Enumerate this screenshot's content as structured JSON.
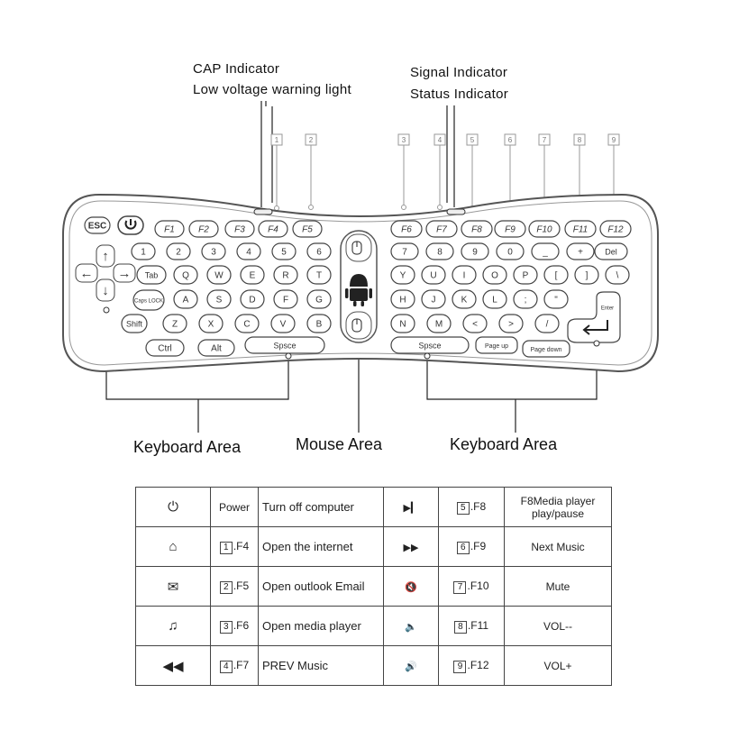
{
  "callouts": {
    "cap": "CAP Indicator",
    "low_voltage": "Low voltage warning light",
    "signal": "Signal Indicator",
    "status": "Status Indicator"
  },
  "number_markers": [
    "1",
    "2",
    "3",
    "4",
    "5",
    "6",
    "7",
    "8",
    "9"
  ],
  "areas": {
    "keyboard_left": "Keyboard Area",
    "mouse": "Mouse Area",
    "keyboard_right": "Keyboard Area"
  },
  "keys": {
    "esc": "ESC",
    "f1": "F1",
    "f2": "F2",
    "f3": "F3",
    "f4": "F4",
    "f5": "F5",
    "f6": "F6",
    "f7": "F7",
    "f8": "F8",
    "f9": "F9",
    "f10": "F10",
    "f11": "F11",
    "f12": "F12",
    "row1_left": [
      "1",
      "2",
      "3",
      "4",
      "5",
      "6"
    ],
    "row1_right": [
      "7",
      "8",
      "9",
      "0",
      "_",
      "+"
    ],
    "del": "Del",
    "row2_left": [
      "Tab",
      "Q",
      "W",
      "E",
      "R",
      "T"
    ],
    "row2_right": [
      "Y",
      "U",
      "I",
      "O",
      "P",
      "[",
      "]",
      "\\"
    ],
    "row3_left": [
      "Caps LOCK",
      "A",
      "S",
      "D",
      "F",
      "G"
    ],
    "row3_right": [
      "H",
      "J",
      "K",
      "L",
      ";",
      "\""
    ],
    "enter": "Enter",
    "row4_left": [
      "Shift",
      "Z",
      "X",
      "C",
      "V",
      "B"
    ],
    "row4_right": [
      "N",
      "M",
      "<",
      ">",
      "/"
    ],
    "ctrl": "Ctrl",
    "alt": "Alt",
    "space_left": "Spsce",
    "space_right": "Spsce",
    "page_up": "Page up",
    "page_down": "Page down"
  },
  "legend": {
    "rows": [
      {
        "icon": "power-icon",
        "icon_glyph": "⏻",
        "num": "",
        "name": "Power",
        "desc": "Turn off computer",
        "icon2": "play-pause-icon",
        "icon2_glyph": "▶▎",
        "num2": "5",
        "name2": ".F8",
        "desc2": "F8Media player play/pause"
      },
      {
        "icon": "home-icon",
        "icon_glyph": "⌂",
        "num": "1",
        "name": ".F4",
        "desc": "Open the internet",
        "icon2": "fast-forward-icon",
        "icon2_glyph": "▶▶",
        "num2": "6",
        "name2": ".F9",
        "desc2": "Next Music"
      },
      {
        "icon": "mail-icon",
        "icon_glyph": "✉",
        "num": "2",
        "name": ".F5",
        "desc": "Open outlook Email",
        "icon2": "mute-icon",
        "icon2_glyph": "🔇",
        "num2": "7",
        "name2": ".F10",
        "desc2": "Mute"
      },
      {
        "icon": "music-icon",
        "icon_glyph": "♫",
        "num": "3",
        "name": ".F6",
        "desc": "Open media player",
        "icon2": "volume-down-icon",
        "icon2_glyph": "🔈",
        "num2": "8",
        "name2": ".F11",
        "desc2": "VOL--"
      },
      {
        "icon": "rewind-icon",
        "icon_glyph": "◀◀",
        "num": "4",
        "name": ".F7",
        "desc": "PREV Music",
        "icon2": "volume-up-icon",
        "icon2_glyph": "🔊",
        "num2": "9",
        "name2": ".F12",
        "desc2": "VOL+"
      }
    ]
  }
}
